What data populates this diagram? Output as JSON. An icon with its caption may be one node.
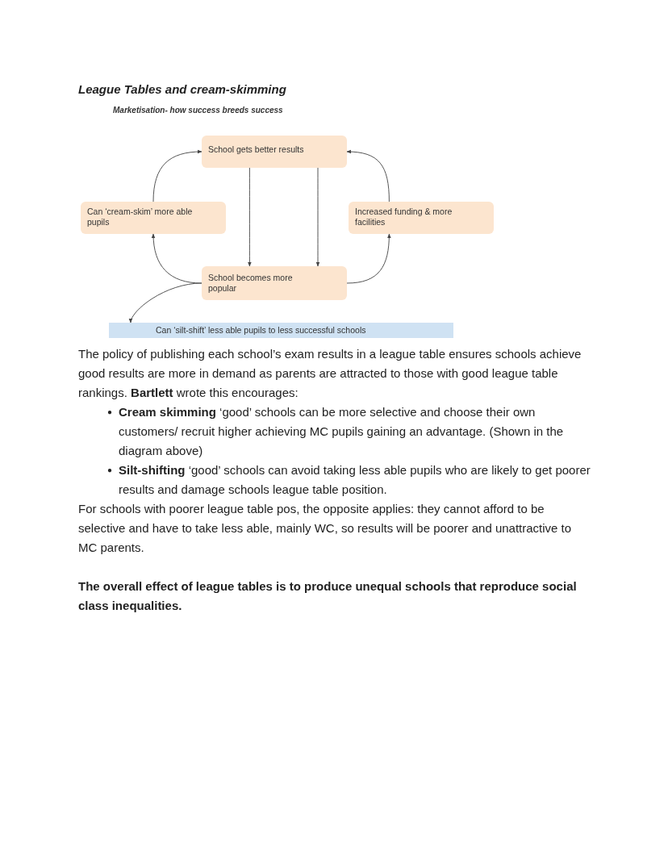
{
  "diagram": {
    "title": "League Tables and cream-skimming",
    "nodes": [
      {
        "text": [
          "School gets better results"
        ]
      },
      {
        "text": [
          "Can ‘cream-skim’ more able pupils"
        ]
      },
      {
        "text": [
          "Increased funding & more facilities"
        ]
      },
      {
        "text": [
          "School becomes more popular"
        ]
      },
      {
        "text": [
          "Can ‘silt-shift’ less able pupils to less successful schools"
        ]
      }
    ],
    "edges": [
      {
        "from": 1,
        "to": 0,
        "arrow": "to"
      },
      {
        "from": 0,
        "to": 3,
        "arrow": "to"
      },
      {
        "from": 0,
        "to": 3,
        "arrow": "to"
      },
      {
        "from": 3,
        "to": 1,
        "arrow": "to"
      },
      {
        "from": 3,
        "to": 2,
        "arrow": "to"
      },
      {
        "from": 2,
        "to": 0,
        "arrow": "to"
      },
      {
        "from": 3,
        "to": 4,
        "arrow": "to"
      }
    ],
    "labels": [
      "Marketisation- how success breeds success",
      "The policy of publishing each school’s exam results in a league table ensures schools achieve good results are more in demand as parents are attracted to those with good league table rankings. **Bartlett** wrote this encourages:",
      "●",
      "**Cream skimming** ‘good’ schools can be more selective and choose their own customers/ recruit higher achieving MC pupils gaining an advantage. (Shown in the diagram above)",
      "●",
      "**Silt-shifting** ‘good’ schools can avoid taking less able pupils who are likely to get poorer results and damage schools league table position.",
      "For schools with poorer league table pos, the opposite applies: they cannot afford to be selective and have to take less able, mainly WC, so results will be poorer and unattractive to MC parents.",
      "The overall effect of league tables is to produce unequal schools that reproduce social class inequalities."
    ]
  }
}
